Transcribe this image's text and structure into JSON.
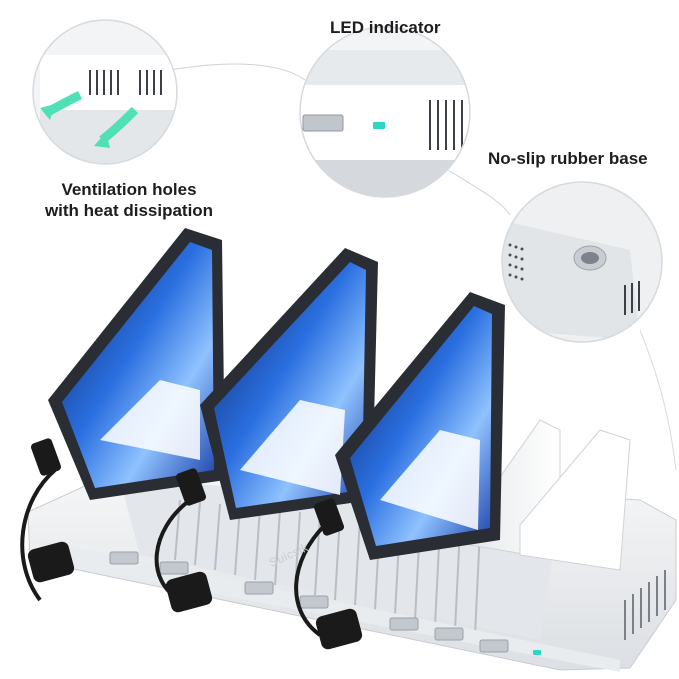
{
  "callouts": {
    "led_indicator": "LED indicator",
    "no_slip_base": "No-slip rubber base",
    "ventilation_line1": "Ventilation holes",
    "ventilation_line2": "with heat dissipation"
  },
  "product": {
    "brand_mark": "Suicsik",
    "phones_docked": 3,
    "empty_slots": 2
  },
  "colors": {
    "background": "#ffffff",
    "dock_body": "#eef0f2",
    "led": "#2fd6c8",
    "airflow_arrow": "#4fe0b6",
    "phone_frame": "#2a2d33",
    "screen_blue": "#1f57c9",
    "cable": "#1a1a1a",
    "text": "#1d1d1f"
  }
}
